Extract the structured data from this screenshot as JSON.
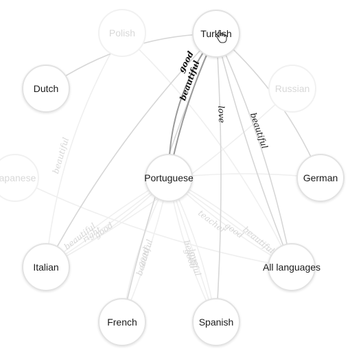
{
  "colors": {
    "node_fill": "#ffffff",
    "node_stroke_active": "#e2e2e2",
    "node_stroke_faded": "#f1f1f1",
    "text_active": "#1a1a1a",
    "text_faded": "#d8d8d8",
    "edge_active": "#d6d6d6",
    "edge_highlight": "#9a9a9a",
    "edge_faded": "#efefef",
    "label_active": "#111111",
    "label_faded": "#d6d6d6"
  },
  "graph": {
    "selected_node": "Turkish",
    "nodes": [
      {
        "id": "turkish",
        "label": "Turkish",
        "state": "active"
      },
      {
        "id": "polish",
        "label": "Polish",
        "state": "faded"
      },
      {
        "id": "dutch",
        "label": "Dutch",
        "state": "active"
      },
      {
        "id": "russian",
        "label": "Russian",
        "state": "faded"
      },
      {
        "id": "japanese",
        "label": "Japanese",
        "state": "faded"
      },
      {
        "id": "portuguese",
        "label": "Portuguese",
        "state": "active"
      },
      {
        "id": "german",
        "label": "German",
        "state": "active"
      },
      {
        "id": "italian",
        "label": "Italian",
        "state": "active"
      },
      {
        "id": "all-languages",
        "label": "All languages",
        "state": "active"
      },
      {
        "id": "french",
        "label": "French",
        "state": "active"
      },
      {
        "id": "spanish",
        "label": "Spanish",
        "state": "active"
      }
    ],
    "edges": [
      {
        "from": "turkish",
        "to": "portuguese",
        "label": "good",
        "state": "highlight"
      },
      {
        "from": "turkish",
        "to": "portuguese",
        "label": "beautiful",
        "state": "highlight"
      },
      {
        "from": "turkish",
        "to": "dutch",
        "label": "",
        "state": "active"
      },
      {
        "from": "turkish",
        "to": "german",
        "label": "",
        "state": "active"
      },
      {
        "from": "turkish",
        "to": "italian",
        "label": "",
        "state": "active"
      },
      {
        "from": "turkish",
        "to": "french",
        "label": "",
        "state": "active"
      },
      {
        "from": "turkish",
        "to": "spanish",
        "label": "love",
        "state": "active"
      },
      {
        "from": "turkish",
        "to": "all-languages",
        "label": "beautiful",
        "state": "active"
      },
      {
        "from": "turkish",
        "to": "all-languages",
        "label": "",
        "state": "active"
      },
      {
        "from": "polish",
        "to": "all-languages",
        "label": "",
        "state": "faded"
      },
      {
        "from": "polish",
        "to": "italian",
        "label": "beautiful",
        "state": "faded"
      },
      {
        "from": "russian",
        "to": "italian",
        "label": "",
        "state": "faded"
      },
      {
        "from": "japanese",
        "to": "all-languages",
        "label": "",
        "state": "faded"
      },
      {
        "from": "portuguese",
        "to": "italian",
        "label": "beautiful",
        "state": "faded"
      },
      {
        "from": "portuguese",
        "to": "italian",
        "label": "right",
        "state": "faded"
      },
      {
        "from": "portuguese",
        "to": "italian",
        "label": "good",
        "state": "faded"
      },
      {
        "from": "portuguese",
        "to": "french",
        "label": "beautiful",
        "state": "faded"
      },
      {
        "from": "portuguese",
        "to": "french",
        "label": "good",
        "state": "faded"
      },
      {
        "from": "portuguese",
        "to": "spanish",
        "label": "beautiful",
        "state": "faded"
      },
      {
        "from": "portuguese",
        "to": "spanish",
        "label": "good",
        "state": "faded"
      },
      {
        "from": "portuguese",
        "to": "spanish",
        "label": "love",
        "state": "faded"
      },
      {
        "from": "portuguese",
        "to": "all-languages",
        "label": "teacher",
        "state": "faded"
      },
      {
        "from": "portuguese",
        "to": "all-languages",
        "label": "good",
        "state": "faded"
      },
      {
        "from": "portuguese",
        "to": "all-languages",
        "label": "beautiful",
        "state": "faded"
      },
      {
        "from": "portuguese",
        "to": "german",
        "label": "",
        "state": "faded"
      }
    ]
  }
}
